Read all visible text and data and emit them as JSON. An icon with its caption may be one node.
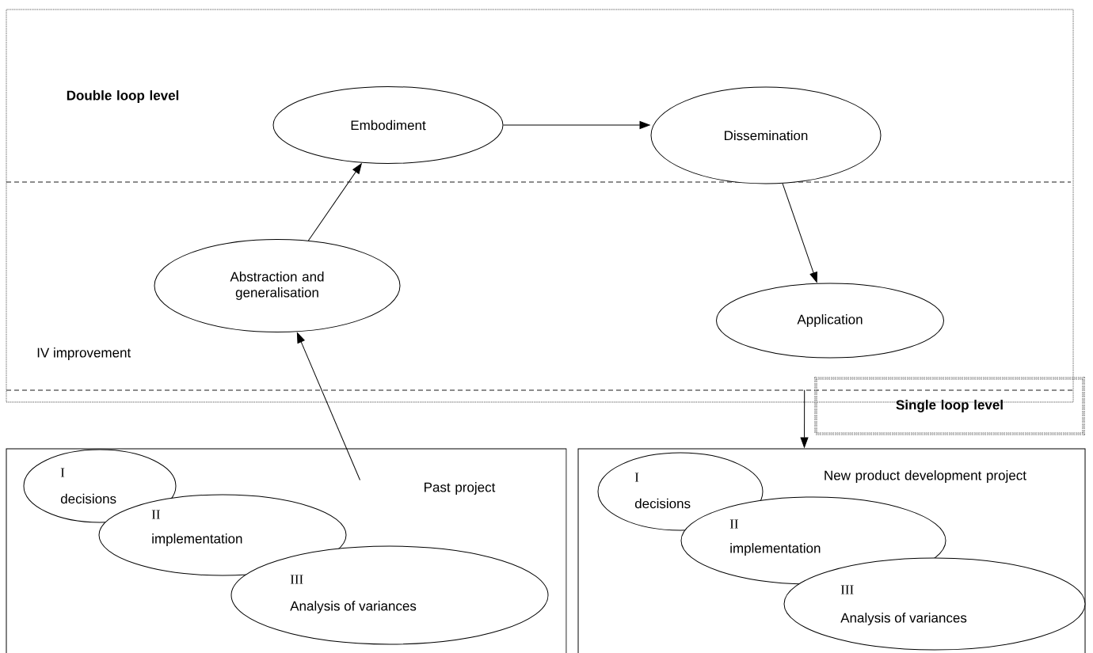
{
  "diagram": {
    "nodes": [
      {
        "text": [
          "Double loop level"
        ]
      },
      {
        "text": [
          "Embodiment"
        ],
        "in": 0
      },
      {
        "text": [
          "Dissemination"
        ],
        "in": 0
      },
      {
        "text": [
          "Abstraction and generalisation"
        ],
        "in": 0
      },
      {
        "text": [
          "Application"
        ],
        "in": 0
      },
      {
        "text": [
          "Single loop level"
        ]
      },
      {
        "text": [
          "Past project"
        ]
      },
      {
        "text": [
          "I",
          "decisions"
        ],
        "in": 6
      },
      {
        "text": [
          "II",
          "implementation"
        ],
        "in": 6
      },
      {
        "text": [
          "III",
          "Analysis of variances"
        ],
        "in": 6
      },
      {
        "text": [
          "New product development project"
        ]
      },
      {
        "text": [
          "I",
          "decisions"
        ],
        "in": 10
      },
      {
        "text": [
          "II",
          "implementation"
        ],
        "in": 10
      },
      {
        "text": [
          "III",
          "Analysis of variances"
        ],
        "in": 10
      }
    ],
    "edges": [
      {
        "from": 1,
        "to": 2,
        "arrow": "to"
      },
      {
        "from": 3,
        "to": 1,
        "arrow": "to"
      },
      {
        "from": 2,
        "to": 4,
        "arrow": "to"
      },
      {
        "from": 6,
        "to": 3,
        "arrow": "to"
      },
      {
        "from": 5,
        "to": 10,
        "arrow": "to"
      }
    ],
    "labels": [
      "IV improvement"
    ]
  }
}
